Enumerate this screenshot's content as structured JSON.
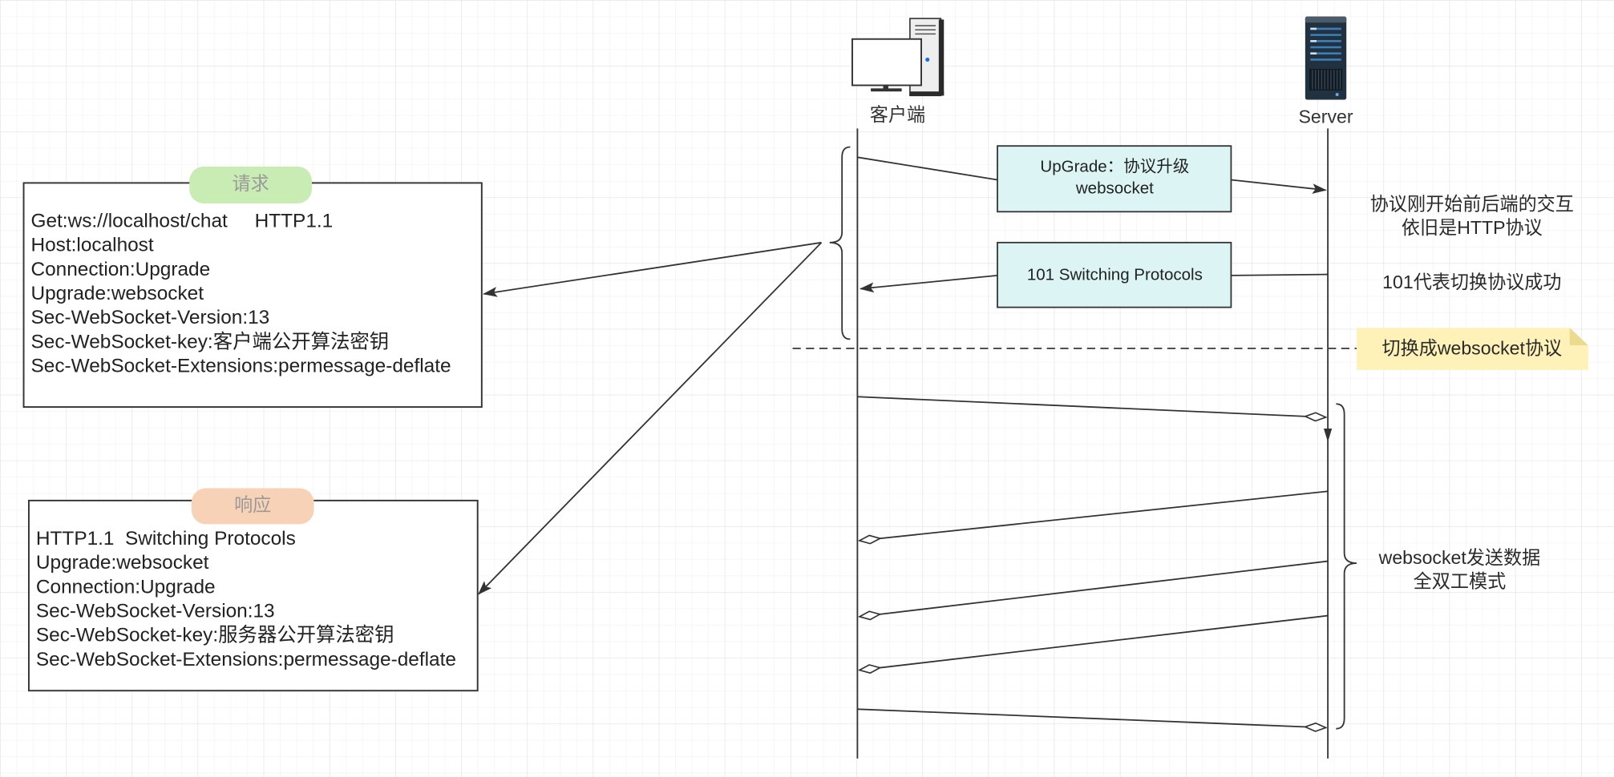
{
  "lifelines": {
    "client": {
      "label": "客户端",
      "icon": "desktop-computer-icon"
    },
    "server": {
      "label": "Server",
      "icon": "server-rack-icon"
    }
  },
  "messages": {
    "upgrade": {
      "lines": [
        "UpGrade：协议升级",
        "websocket"
      ]
    },
    "switching": {
      "label": "101 Switching Protocols"
    }
  },
  "annotations": {
    "http_note": [
      "协议刚开始前后端的交互",
      "依旧是HTTP协议"
    ],
    "switch_note": "101代表切换协议成功",
    "sticky_note": "切换成websocket协议",
    "websocket_note": [
      "websocket发送数据",
      "全双工模式"
    ]
  },
  "request": {
    "tag": "请求",
    "lines": [
      "Get:ws://localhost/chat     HTTP1.1",
      "Host:localhost",
      "Connection:Upgrade",
      "Upgrade:websocket",
      "Sec-WebSocket-Version:13",
      "Sec-WebSocket-key:客户端公开算法密钥",
      "Sec-WebSocket-Extensions:permessage-deflate"
    ]
  },
  "response": {
    "tag": "响应",
    "lines": [
      "HTTP1.1  Switching Protocols",
      "Upgrade:websocket",
      "Connection:Upgrade",
      "Sec-WebSocket-Version:13",
      "Sec-WebSocket-key:服务器公开算法密钥",
      "Sec-WebSocket-Extensions:permessage-deflate"
    ]
  },
  "colors": {
    "message_box_fill": "#dcf4f4",
    "request_tag_fill": "#c9ebb4",
    "response_tag_fill": "#f8d2b6",
    "sticky_fill": "#fff2b8",
    "sticky_fold": "#eadb8f"
  }
}
